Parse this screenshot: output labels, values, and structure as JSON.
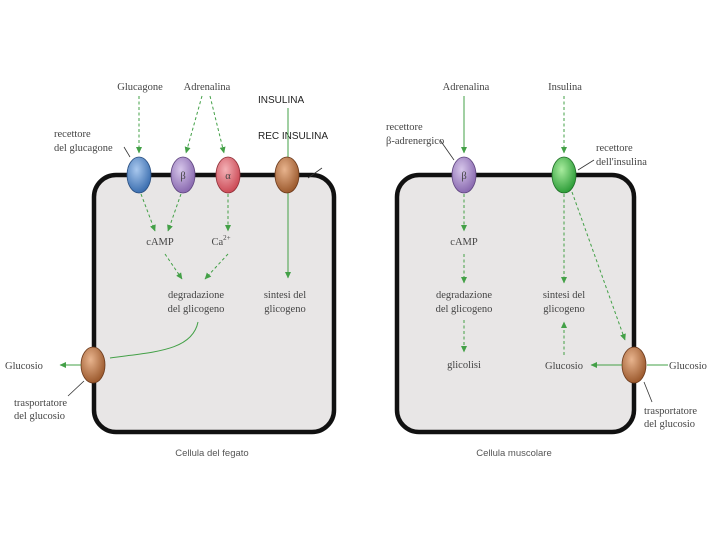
{
  "slide": {
    "annotations": {
      "insulina": "INSULINA",
      "rec_insulina": "REC INSULINA"
    }
  },
  "liver_cell": {
    "caption": "Cellula del fegato",
    "signals": {
      "glucagone": "Glucagone",
      "adrenalina": "Adrenalina"
    },
    "receptors": {
      "glucagon_receptor_line1": "recettore",
      "glucagon_receptor_line2": "del glucagone",
      "beta_symbol": "β",
      "alpha_symbol": "α"
    },
    "messengers": {
      "camp": "cAMP",
      "calcium": "Ca",
      "calcium_charge": "2+"
    },
    "processes": {
      "degradation_line1": "degradazione",
      "degradation_line2": "del glicogeno",
      "synthesis_line1": "sintesi del",
      "synthesis_line2": "glicogeno"
    },
    "glucose": "Glucosio",
    "transporter_line1": "trasportatore",
    "transporter_line2": "del glucosio"
  },
  "muscle_cell": {
    "caption": "Cellula muscolare",
    "signals": {
      "adrenalina": "Adrenalina",
      "insulina": "Insulina"
    },
    "receptors": {
      "beta_receptor_line1": "recettore",
      "beta_receptor_line2": "β-adrenergico",
      "beta_symbol": "β",
      "insulin_receptor_line1": "recettore",
      "insulin_receptor_line2": "dell'insulina"
    },
    "messengers": {
      "camp": "cAMP"
    },
    "processes": {
      "degradation_line1": "degradazione",
      "degradation_line2": "del glicogeno",
      "synthesis_line1": "sintesi del",
      "synthesis_line2": "glicogeno",
      "glycolysis": "glicolisi"
    },
    "glucose_inside": "Glucosio",
    "glucose_outside": "Glucosio",
    "transporter_line1": "trasportatore",
    "transporter_line2": "del glucosio"
  },
  "colors": {
    "arrow": "#43a047",
    "glucagon_receptor": "#4a7fc1",
    "beta_receptor": "#9a7bbf",
    "alpha_receptor": "#d9606a",
    "transporter": "#b06a3b",
    "insulin_receptor": "#3fb54a",
    "cell_fill": "#e8e6e6"
  },
  "icons": {
    "receptor": "ellipse-receptor-icon",
    "transporter": "ellipse-transporter-icon"
  }
}
